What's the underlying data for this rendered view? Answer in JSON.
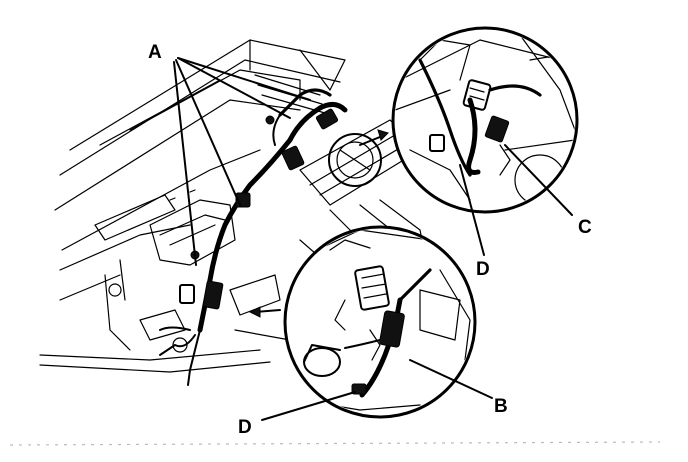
{
  "labels": {
    "a": "A",
    "b": "B",
    "c": "C",
    "d_upper": "D",
    "d_lower": "D"
  }
}
